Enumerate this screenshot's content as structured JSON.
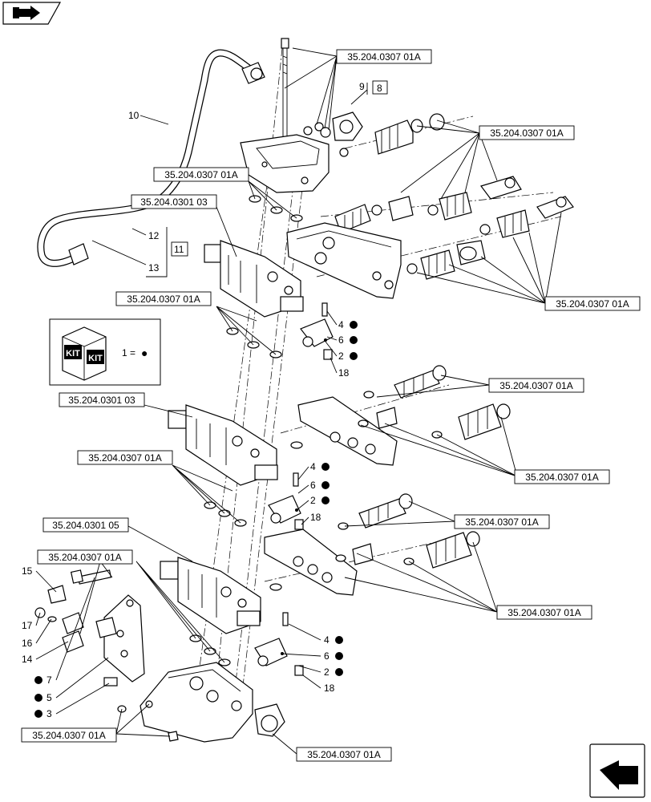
{
  "refs": {
    "r1": "35.204.0307 01A",
    "r2": "35.204.0307 01A",
    "r3": "35.204.0307 01A",
    "r4": "35.204.0301 03",
    "r5": "35.204.0307 01A",
    "r6": "35.204.0307 01A",
    "r7": "35.204.0307 01A",
    "r8": "35.204.0301 03",
    "r9": "35.204.0307 01A",
    "r10": "35.204.0307 01A",
    "r11": "35.204.0301 05",
    "r12": "35.204.0307 01A",
    "r13": "35.204.0307 01A",
    "r14": "35.204.0307 01A",
    "r15": "35.204.0307 01A",
    "r16": "35.204.0307 01A"
  },
  "callouts": {
    "c10": "10",
    "c9": "9",
    "c8": "8",
    "c12": "12",
    "c13": "13",
    "c11": "11",
    "c4a": "4",
    "c6a": "6",
    "c2a": "2",
    "c18a": "18",
    "c4b": "4",
    "c6b": "6",
    "c2b": "2",
    "c18b": "18",
    "c4c": "4",
    "c6c": "6",
    "c2c": "2",
    "c18c": "18",
    "c15": "15",
    "c17": "17",
    "c16": "16",
    "c14": "14",
    "c7": "7",
    "c5": "5",
    "c3": "3"
  },
  "kit": {
    "badge1": "KIT",
    "badge2": "KIT",
    "legend_num": "1 =",
    "legend_marker": "●"
  },
  "icons": {
    "top_left": "book-arrow-icon",
    "bottom_right": "next-page-arrow-icon"
  }
}
